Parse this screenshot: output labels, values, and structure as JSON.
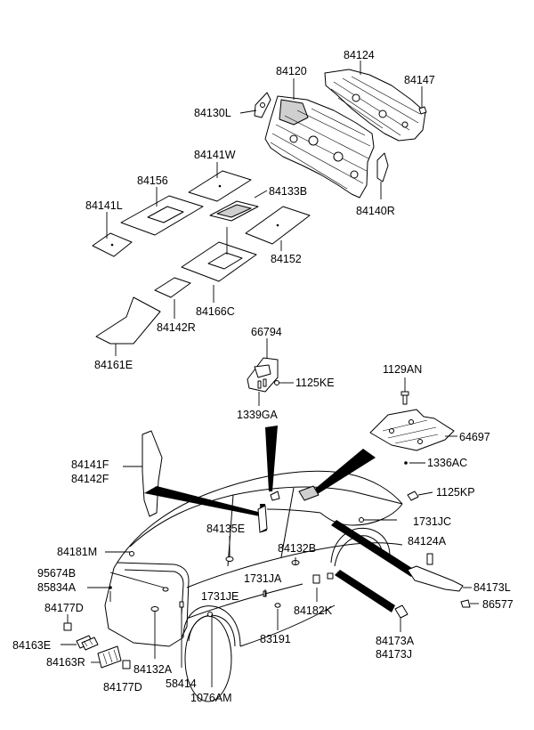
{
  "labels": {
    "p84124": "84124",
    "p84120": "84120",
    "p84147": "84147",
    "p84130L": "84130L",
    "p84141W": "84141W",
    "p84156": "84156",
    "p84133B": "84133B",
    "p84141L": "84141L",
    "p84140R": "84140R",
    "p84152": "84152",
    "p84166C": "84166C",
    "p84142R": "84142R",
    "p84161E": "84161E",
    "p66794": "66794",
    "p1125KE": "1125KE",
    "p1339GA": "1339GA",
    "p1129AN": "1129AN",
    "p64697": "64697",
    "p84141F": "84141F",
    "p84142F": "84142F",
    "p1336AC": "1336AC",
    "p1125KP": "1125KP",
    "p84135E": "84135E",
    "p1731JC": "1731JC",
    "p84181M": "84181M",
    "p84132B": "84132B",
    "p84124A": "84124A",
    "p95674B": "95674B",
    "p85834A": "85834A",
    "p1731JA": "1731JA",
    "p84177D_top": "84177D",
    "p1731JE": "1731JE",
    "p84182K": "84182K",
    "p84173L": "84173L",
    "p86577": "86577",
    "p84163E": "84163E",
    "p83191": "83191",
    "p84173A": "84173A",
    "p84173J": "84173J",
    "p84163R": "84163R",
    "p84132A": "84132A",
    "p58414": "58414",
    "p84177D_bottom": "84177D",
    "p1076AM": "1076AM"
  }
}
